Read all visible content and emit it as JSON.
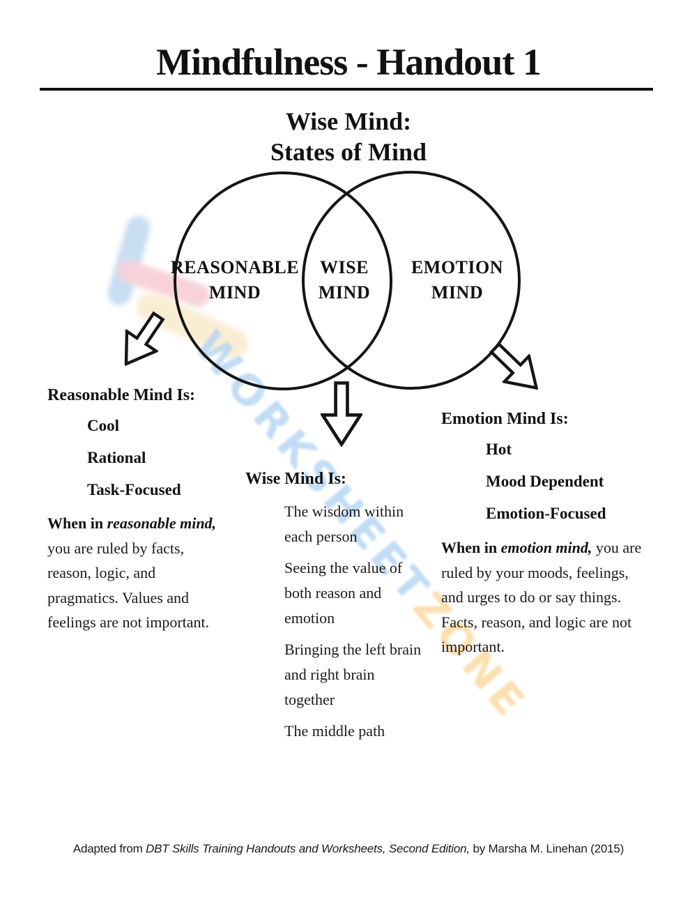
{
  "page": {
    "title": "Mindfulness - Handout 1",
    "subtitle_line1": "Wise Mind:",
    "subtitle_line2": "States of Mind"
  },
  "venn": {
    "left_circle": {
      "line1": "REASONABLE",
      "line2": "MIND"
    },
    "center_overlap": {
      "line1": "WISE",
      "line2": "MIND"
    },
    "right_circle": {
      "line1": "EMOTION",
      "line2": "MIND"
    }
  },
  "columns": {
    "reasonable": {
      "heading": "Reasonable Mind Is:",
      "items": [
        "Cool",
        "Rational",
        "Task-Focused"
      ],
      "para_bold": "When in ",
      "para_bold_italic": "reasonable mind,",
      "para_rest": " you are ruled by facts, reason, logic, and pragmatics.  Values and feelings are not important."
    },
    "wise": {
      "heading": "Wise Mind Is:",
      "items": [
        "The wisdom within each person",
        "Seeing the value of both reason and emotion",
        "Bringing the left brain and right brain together",
        "The middle path"
      ]
    },
    "emotion": {
      "heading": "Emotion Mind Is:",
      "items": [
        "Hot",
        "Mood Dependent",
        "Emotion-Focused"
      ],
      "para_bold": "When in ",
      "para_bold_italic": "emotion mind,",
      "para_rest": " you are ruled by your moods, feelings, and urges to do or say things.  Facts, reason, and logic are not important."
    }
  },
  "footer": {
    "prefix": "Adapted from ",
    "book_title_italic": "DBT Skills Training Handouts and Worksheets, Second Edition,",
    "suffix": " by Marsha M. Linehan (2015)"
  },
  "watermark": {
    "text_blue": "WORKSHEET",
    "text_orange": "ZONE",
    "color_blue": "#b2d3f3",
    "color_orange": "#fad79b",
    "logo_stroke_blue": "#c7ddf2",
    "logo_stroke_pink": "#f8d2da",
    "logo_stroke_yellow": "#f9edd4"
  },
  "colors": {
    "ink": "#111111",
    "background": "#ffffff"
  }
}
